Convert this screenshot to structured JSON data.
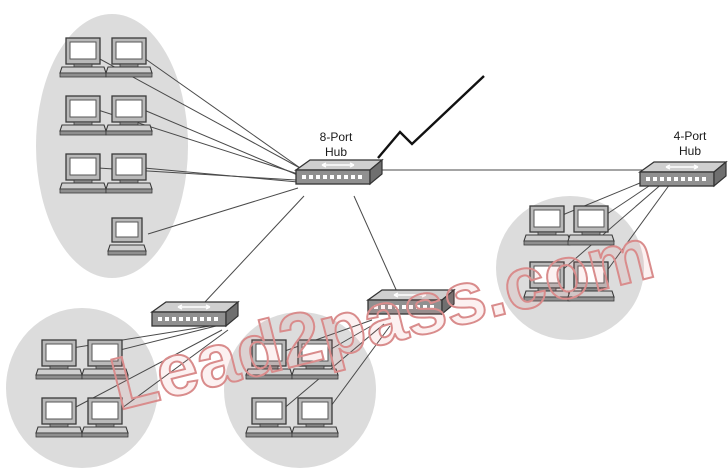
{
  "labels": {
    "hub8": [
      "8-Port",
      "Hub"
    ],
    "hub4": [
      "4-Port",
      "Hub"
    ]
  },
  "watermark": "Lead2pass.com",
  "colors": {
    "cluster": "#dcdcdc",
    "hub_top": "#c8c8c8",
    "hub_front": "#8f8f8f",
    "cable": "#4a4a4a",
    "watermark": "#d98c8c"
  }
}
